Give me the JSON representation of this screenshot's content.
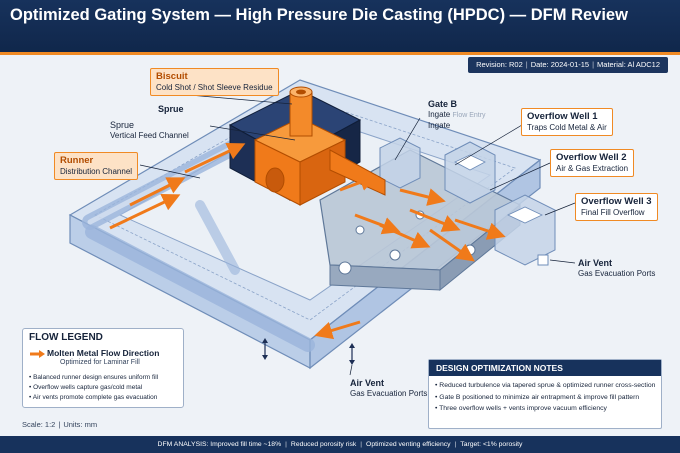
{
  "header": {
    "title": "Optimized Gating System — High Pressure Die Casting (HPDC) — DFM Review",
    "revision": "Revision: R02",
    "date": "Date: 2024-01-15",
    "material": "Material: Al ADC12"
  },
  "callouts": {
    "biscuit": {
      "title": "Biscuit",
      "desc": "Cold Shot / Shot Sleeve Residue"
    },
    "sprue": {
      "title": "Sprue",
      "desc": "Vertical Feed Channel"
    },
    "runner": {
      "title": "Runner",
      "desc": "Distribution Channel"
    },
    "gate_b": {
      "title": "Gate B",
      "desc": "Ingate",
      "extra": "Flow Entry"
    },
    "overflow1": {
      "title": "Overflow Well 1",
      "desc": "Traps Cold Metal & Air"
    },
    "overflow2": {
      "title": "Overflow Well 2",
      "desc": "Air & Gas Extraction"
    },
    "overflow3": {
      "title": "Overflow Well 3",
      "desc": "Final Fill Overflow"
    },
    "air_vent_right": {
      "title": "Air Vent",
      "desc": "Gas Evacuation Ports"
    },
    "air_vent_bottom": {
      "title": "Air Vent",
      "desc": "Gas Evacuation Ports"
    }
  },
  "legend": {
    "title": "FLOW LEGEND",
    "item": "Molten Metal Flow Direction",
    "item_sub": "Optimized for Laminar Fill",
    "bullets": [
      "Balanced runner design ensures uniform fill",
      "Overflow wells capture gas/cold metal",
      "Air vents promote complete gas evacuation"
    ]
  },
  "notes": {
    "title": "DESIGN OPTIMIZATION NOTES",
    "items": [
      "Reduced turbulence via tapered sprue & optimized runner cross-section",
      "Gate B positioned to minimize air entrapment & improve fill pattern",
      "Three overflow wells + vents improve vacuum efficiency"
    ]
  },
  "scale": {
    "scale": "Scale: 1:2",
    "units": "Units: mm"
  },
  "footer": {
    "analysis": "DFM ANALYSIS: Improved fill time ~18%",
    "porosity": "Reduced porosity risk",
    "venting": "Optimized venting efficiency",
    "target": "Target: <1% porosity"
  },
  "colors": {
    "header_bg": "#17325c",
    "accent": "#f08a24",
    "metal_flow": "#f07a1a",
    "die_blue": "#a9c1e3",
    "block_navy": "#1d2f55"
  }
}
